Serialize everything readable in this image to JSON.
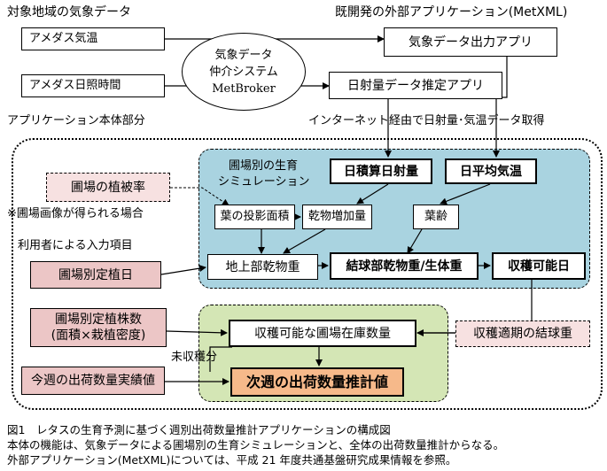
{
  "headings": {
    "weather_data": "対象地域の気象データ",
    "external_apps": "既開発の外部アプリケーション(MetXML)",
    "app_body": "アプリケーション本体部分",
    "internet": "インターネット経由で日射量･気温データ取得",
    "user_input": "利用者による入力項目"
  },
  "inputs": {
    "amedas_temp": "アメダス気温",
    "amedas_sun": "アメダス日照時間"
  },
  "broker": {
    "line1": "気象データ",
    "line2": "仲介システム",
    "line3": "MetBroker"
  },
  "external": {
    "weather_app": "気象データ出力アプリ",
    "radiation_app": "日射量データ推定アプリ"
  },
  "simulation": {
    "title_line1": "圃場別の生育",
    "title_line2": "シミュレーション",
    "cum_radiation": "日積算日射量",
    "avg_temp": "日平均気温",
    "leaf_area": "葉の投影面積",
    "dry_matter_gain": "乾物増加量",
    "leaf_age": "葉齢",
    "shoot_dry": "地上部乾物重",
    "head_weight": "結球部乾物重/生体重",
    "harvestable_day": "収穫可能日"
  },
  "estimate": {
    "inventory": "収穫可能な圃場在庫数量",
    "next_week": "次週の出荷数量推計値",
    "unharvested": "未収穫分"
  },
  "user_items": {
    "canopy": "圃場の植被率",
    "canopy_note": "※圃場画像が得られる場合",
    "planting_day": "圃場別定植日",
    "plant_count_line1": "圃場別定植株数",
    "plant_count_line2": "(面積×栽植密度)",
    "weekly_actual": "今週の出荷数量実績値",
    "optimal_head": "収穫適期の結球重"
  },
  "caption": {
    "line1": "図1　レタスの生育予測に基づく週別出荷数量推計アプリケーションの構成図",
    "line2": "本体の機能は、気象データによる圃場別の生育シミュレーションと、全体の出荷数量推計からなる。",
    "line3": "外部アプリケーション(MetXML)については、平成 21 年度共通基盤研究成果情報を参照。"
  },
  "colors": {
    "simulation_bg": "#a9d3e0",
    "estimate_bg": "#d4e6b5",
    "user_input_bg": "#ecc6c6",
    "optional_bg": "#f7e1e1",
    "result_bg": "#f6b98a"
  }
}
